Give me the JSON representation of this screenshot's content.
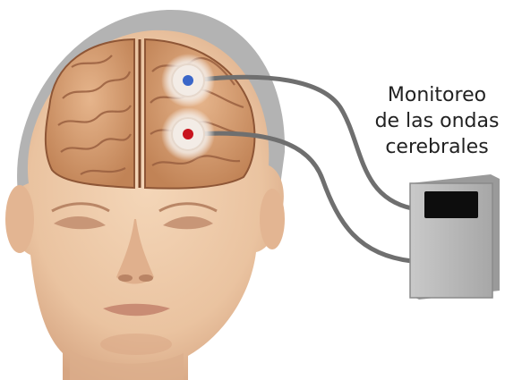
{
  "label": {
    "lines": [
      "Monitoreo",
      "de las ondas",
      "cerebrales"
    ]
  },
  "colors": {
    "skin": "#eecaa8",
    "skin_shadow": "#d9a886",
    "brain": "#d9a57c",
    "brain_dark": "#9d6440",
    "hair_rim": "#a9a9a9",
    "electrode_blue": "#3a66c8",
    "electrode_red": "#c8141e",
    "cable": "#6f6f6f",
    "monitor_body": "#b7b7b7",
    "monitor_screen": "#0d0d0d"
  },
  "icons": {
    "head": "head-illustration",
    "brain": "brain-illustration",
    "electrode_top": "electrode-blue-icon",
    "electrode_bottom": "electrode-red-icon",
    "monitor": "monitor-device"
  }
}
